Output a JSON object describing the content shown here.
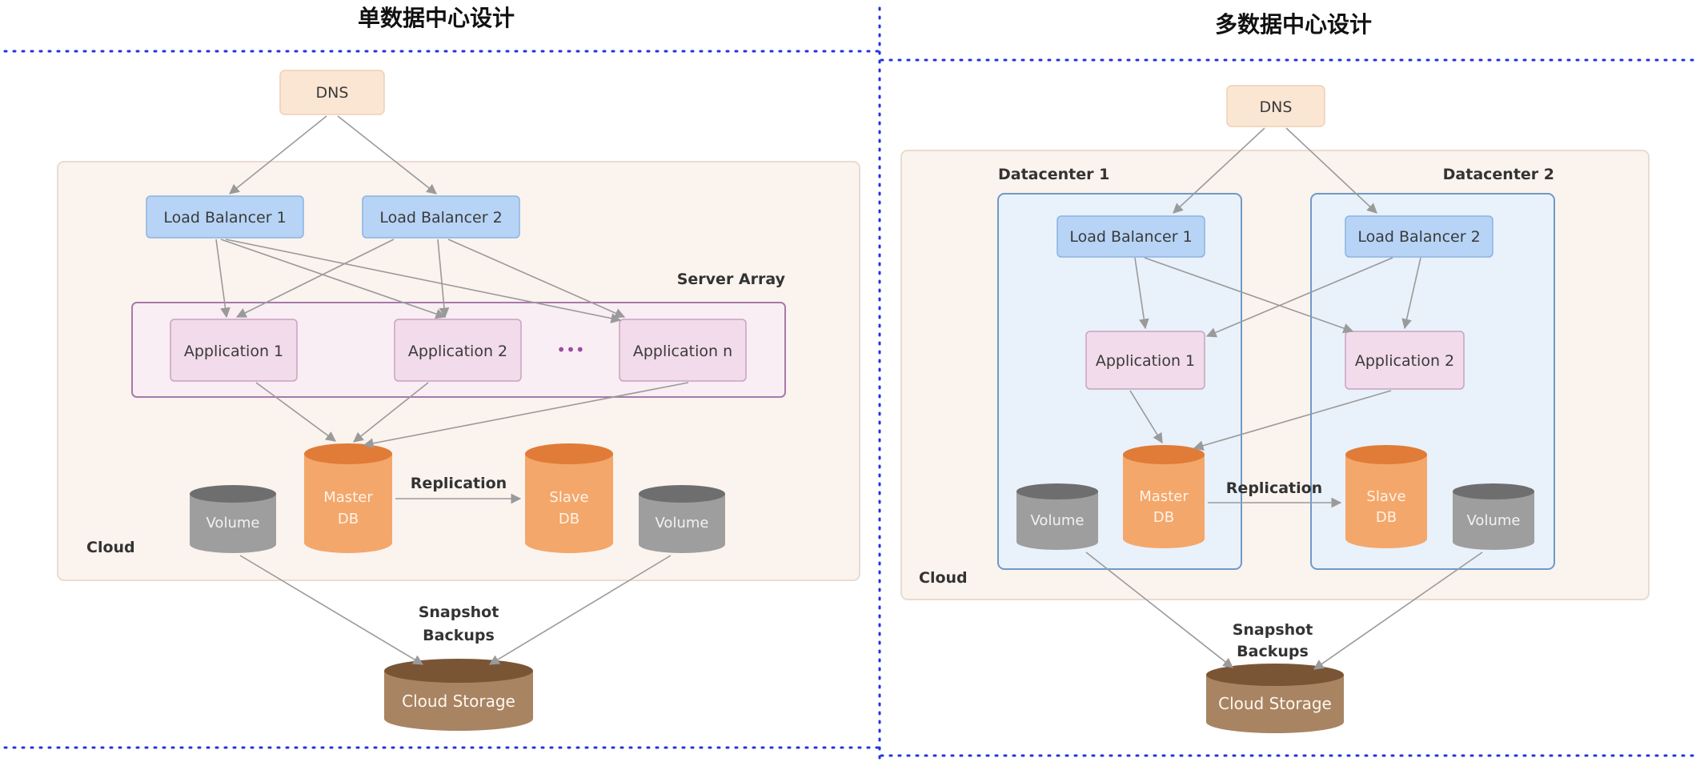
{
  "panels": {
    "single": {
      "title": "单数据中心设计",
      "dns": "DNS",
      "lb1": "Load Balancer 1",
      "lb2": "Load Balancer 2",
      "server_array": "Server Array",
      "app1": "Application 1",
      "app2": "Application 2",
      "ellipsis": "•••",
      "appn": "Application n",
      "master_db": [
        "Master",
        "DB"
      ],
      "slave_db": [
        "Slave",
        "DB"
      ],
      "replication": "Replication",
      "volume_left": "Volume",
      "volume_right": "Volume",
      "cloud": "Cloud",
      "snapshot": [
        "Snapshot",
        "Backups"
      ],
      "storage": "Cloud Storage"
    },
    "multi": {
      "title": "多数据中心设计",
      "dns": "DNS",
      "dc1": "Datacenter 1",
      "dc2": "Datacenter 2",
      "lb1": "Load Balancer 1",
      "lb2": "Load Balancer 2",
      "app1": "Application 1",
      "app2": "Application 2",
      "master_db": [
        "Master",
        "DB"
      ],
      "slave_db": [
        "Slave",
        "DB"
      ],
      "replication": "Replication",
      "volume_left": "Volume",
      "volume_right": "Volume",
      "cloud": "Cloud",
      "snapshot": [
        "Snapshot",
        "Backups"
      ],
      "storage": "Cloud Storage"
    }
  }
}
